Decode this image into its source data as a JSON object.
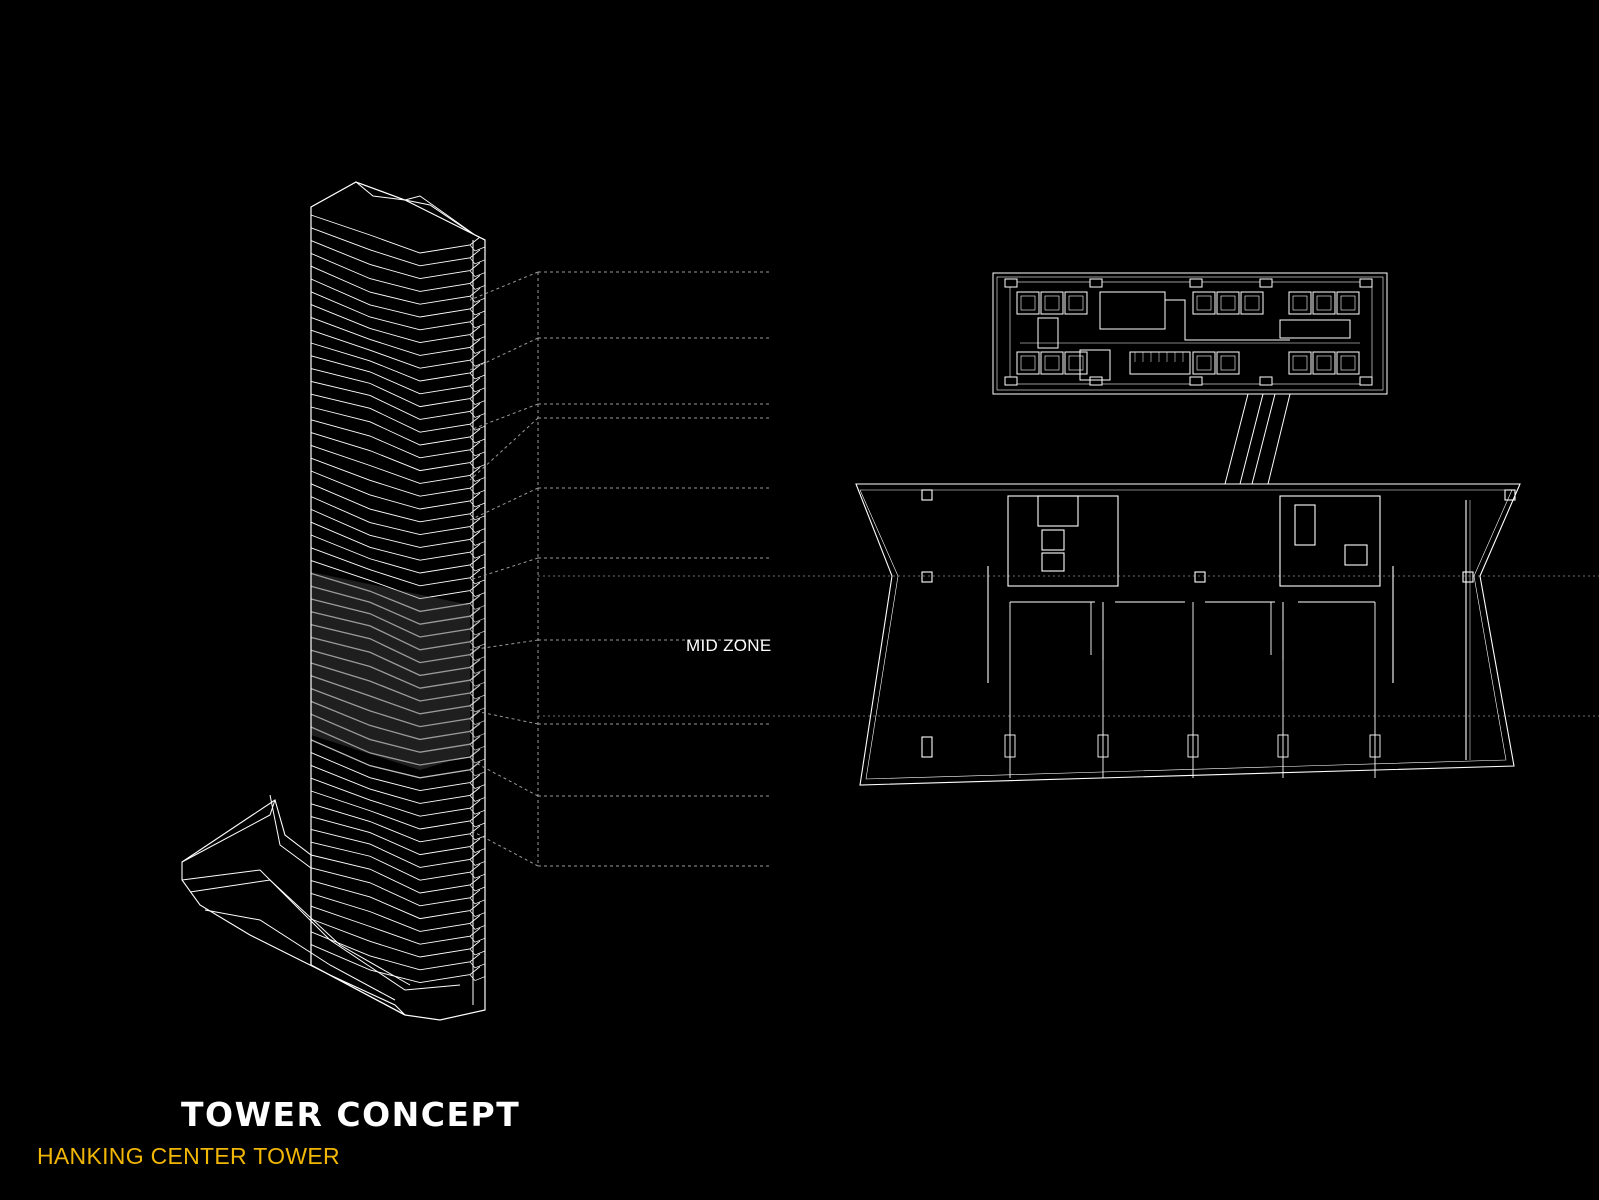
{
  "diagram": {
    "zone_label": "MID ZONE",
    "title": "TOWER CONCEPT",
    "subtitle": "HANKING CENTER TOWER"
  },
  "colors": {
    "background": "#000000",
    "line": "#ffffff",
    "highlight_zone": "#b8b8b8",
    "subtitle": "#f2b705"
  },
  "icons": [
    "tower-axonometric",
    "core-floor-plan",
    "typical-floor-plan",
    "elevator-cab-icon"
  ]
}
